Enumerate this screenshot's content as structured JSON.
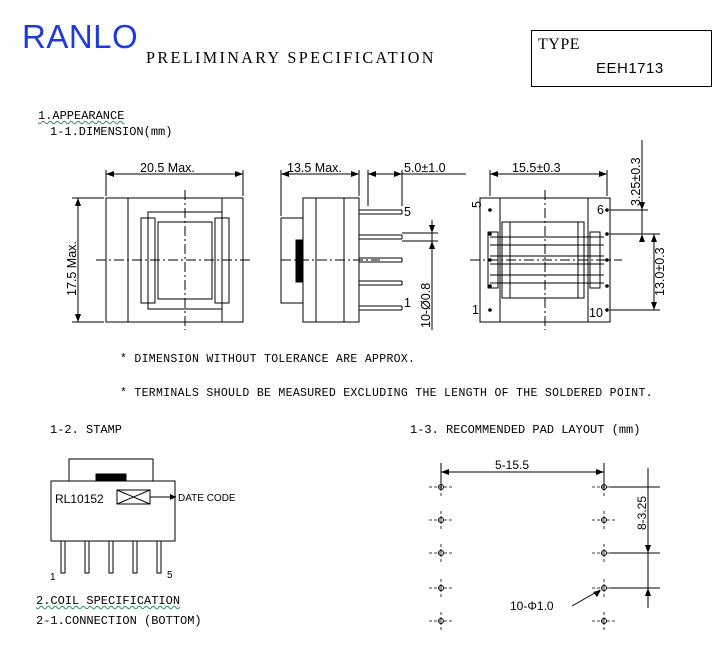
{
  "header": {
    "brand": "RANLO",
    "title": "PRELIMINARY SPECIFICATION",
    "type_label": "TYPE",
    "type_value": "EEH1713"
  },
  "sections": {
    "appearance": "1.APPEARANCE",
    "dimension": "1-1.DIMENSION(mm)",
    "stamp": "1-2. STAMP",
    "pad_layout": "1-3. RECOMMENDED PAD LAYOUT (mm)",
    "coil_spec": "2.COIL SPECIFICATION",
    "connection": "2-1.CONNECTION (BOTTOM)"
  },
  "notes": [
    "* DIMENSION WITHOUT TOLERANCE ARE APPROX.",
    "* TERMINALS SHOULD BE MEASURED EXCLUDING THE LENGTH OF THE SOLDERED POINT."
  ],
  "dimensions": {
    "front_width": "20.5 Max.",
    "front_height": "17.5 Max.",
    "side_width": "13.5 Max.",
    "pin_length": "5.0±1.0",
    "pin_diameter": "10-Ø0.8",
    "side_pin_top": "5",
    "side_pin_bottom": "1",
    "bottom_width": "15.5±0.3",
    "bottom_edge": "3.25±0.3",
    "bottom_height": "13.0±0.3",
    "bottom_pin_5": "5",
    "bottom_pin_6": "6",
    "bottom_pin_1": "1",
    "bottom_pin_10": "10"
  },
  "stamp": {
    "part_number": "RL10152",
    "date_code": "DATE CODE",
    "pin_left": "1",
    "pin_right": "5"
  },
  "pad_layout": {
    "spacing": "5-15.5",
    "pitch": "8-3.25",
    "hole": "10-Φ1.0"
  }
}
